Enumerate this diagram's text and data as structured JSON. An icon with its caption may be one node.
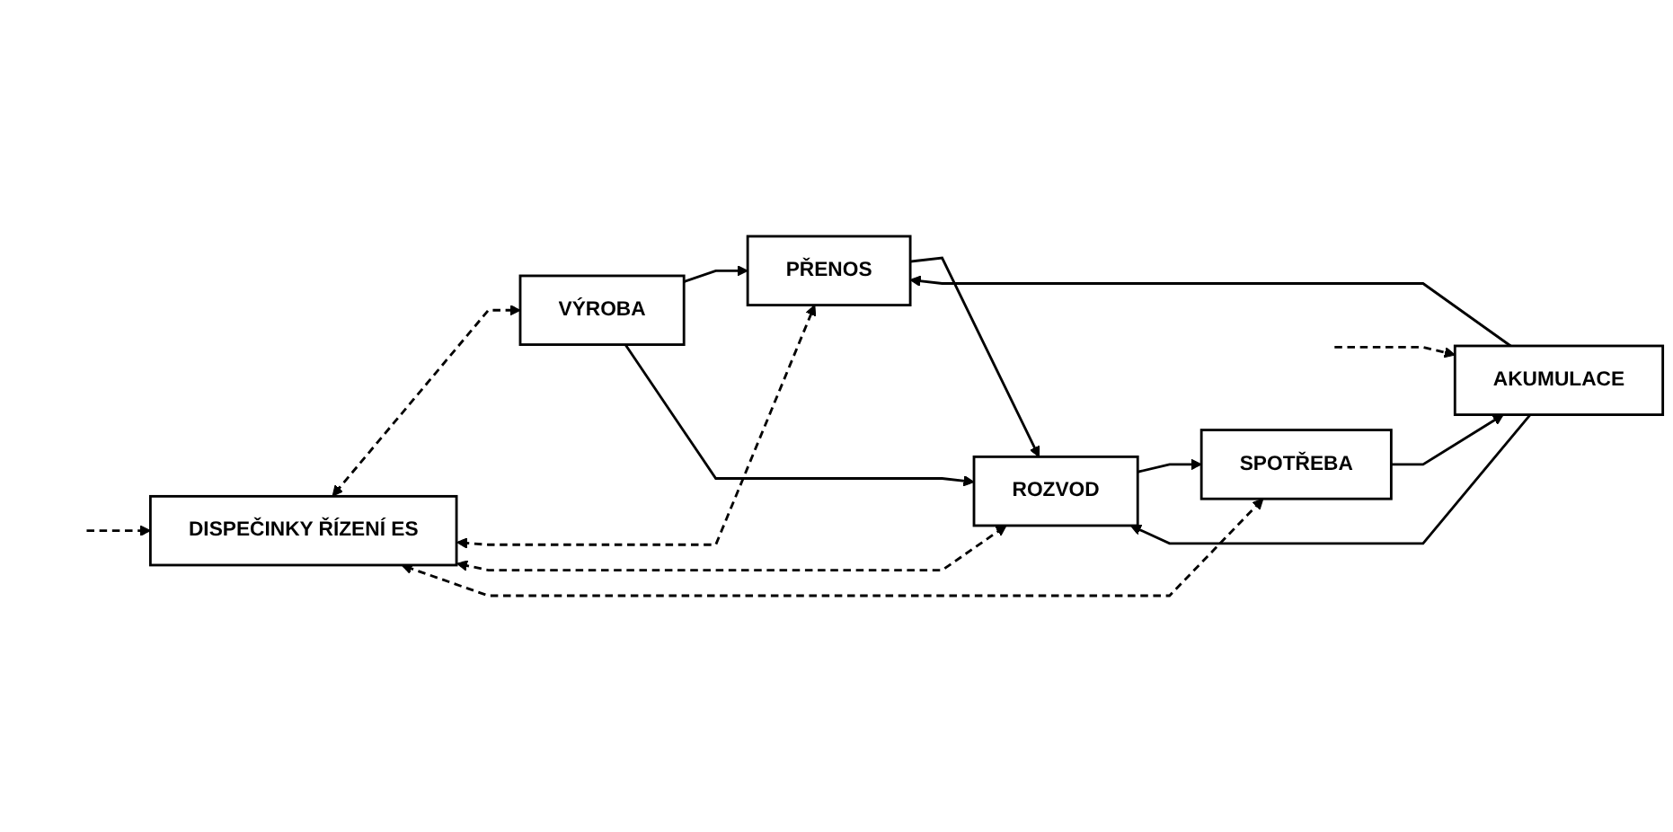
{
  "diagram": {
    "nodes": [
      {
        "text": [
          "VÝROBA"
        ]
      },
      {
        "text": [
          "PŘENOS"
        ]
      },
      {
        "text": [
          "ROZVOD"
        ]
      },
      {
        "text": [
          "SPOTŘEBA"
        ]
      },
      {
        "text": [
          "DISPEČINKY ŘÍZENÍ ES"
        ]
      },
      {
        "text": [
          "AKUMULACE"
        ]
      }
    ],
    "edges": [
      {
        "from": 0,
        "to": 1,
        "arrow": "to"
      },
      {
        "from": 1,
        "to": 2,
        "arrow": "to"
      },
      {
        "from": 2,
        "to": 3,
        "arrow": "to"
      },
      {
        "from": 0,
        "to": 2,
        "arrow": "to"
      },
      {
        "from": 5,
        "to": 1,
        "arrow": "to"
      },
      {
        "from": 5,
        "to": 2,
        "arrow": "to"
      },
      {
        "from": 3,
        "to": 5,
        "arrow": "to"
      },
      {
        "from": 4,
        "to": 0,
        "arrow": "both",
        "style": "dashed"
      },
      {
        "from": 4,
        "to": 1,
        "arrow": "both",
        "style": "dashed"
      },
      {
        "from": 4,
        "to": 2,
        "arrow": "both",
        "style": "dashed"
      },
      {
        "from": 4,
        "to": 3,
        "arrow": "both",
        "style": "dashed"
      },
      {
        "from": null,
        "to": 4,
        "arrow": "to",
        "style": "dashed"
      },
      {
        "from": null,
        "to": 5,
        "arrow": "to",
        "style": "dashed"
      }
    ]
  }
}
